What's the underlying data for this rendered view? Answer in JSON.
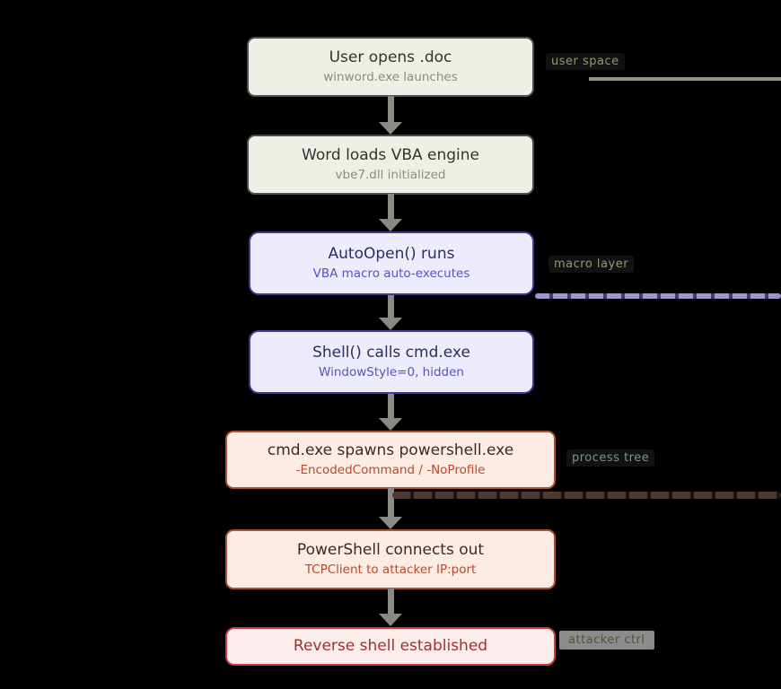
{
  "diagram": {
    "type": "flowchart-vertical",
    "theme_background": "#000000",
    "nodes": [
      {
        "title": "User opens .doc",
        "subtitle": "winword.exe launches",
        "stage": "document"
      },
      {
        "title": "Word loads VBA engine",
        "subtitle": "vbe7.dll initialized",
        "stage": "document"
      },
      {
        "title": "AutoOpen() runs",
        "subtitle": "VBA macro auto-executes",
        "stage": "macro"
      },
      {
        "title": "Shell() calls cmd.exe",
        "subtitle": "WindowStyle=0, hidden",
        "stage": "macro"
      },
      {
        "title": "cmd.exe spawns powershell.exe",
        "subtitle": "-EncodedCommand / -NoProfile",
        "stage": "process"
      },
      {
        "title": "PowerShell connects out",
        "subtitle": "TCPClient to attacker IP:port",
        "stage": "process"
      },
      {
        "title": "Reverse shell established",
        "subtitle": "",
        "stage": "attacker"
      }
    ],
    "side_labels": [
      {
        "text": "user space",
        "text_color": "#919a68",
        "line_color": "#8d987c"
      },
      {
        "text": "macro layer",
        "text_color": "#9d9668",
        "line_color": "#9b96ce"
      },
      {
        "text": "process tree",
        "text_color": "#6f9a85",
        "line_color": "#4e3a2f"
      },
      {
        "text": "attacker ctrl",
        "text_color": "#55503a",
        "chip_color": "#8c8c8c"
      }
    ],
    "colors": {
      "document_box_bg": "#f0efe7",
      "document_box_border": "#4f4f49",
      "macro_box_bg": "#edecfc",
      "macro_box_border": "#443a96",
      "process_box_bg": "#fcece4",
      "process_box_border": "#ad5130",
      "final_box_bg": "#fdecec",
      "final_box_border": "#c24040",
      "arrow": "#8a8a85"
    }
  }
}
